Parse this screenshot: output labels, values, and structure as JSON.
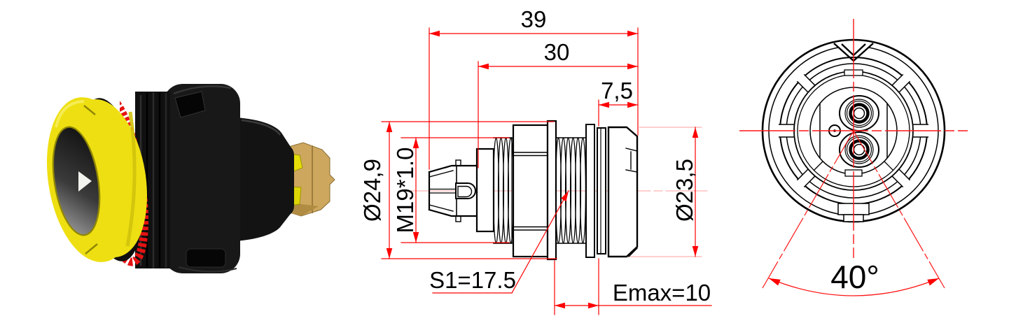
{
  "drawing": {
    "type": "connector-technical-drawing",
    "side_view": {
      "total_length": "39",
      "body_length": "30",
      "front_length": "7,5",
      "flange_diameter": "Ø24,9",
      "thread_spec": "M19*1.0",
      "front_diameter": "Ø23,5",
      "wrench_size": "S1=17.5",
      "panel_thickness_max": "Emax=10"
    },
    "front_view": {
      "contact_angle": "40°"
    },
    "colors": {
      "dimension_red": "#ff0000",
      "centerline_pink": "#ff9f9f",
      "outline_black": "#000000",
      "bezel_yellow": "#eedf12",
      "seal_red": "#e51212",
      "housing_black": "#141414",
      "insert_tan": "#cda75e"
    }
  }
}
